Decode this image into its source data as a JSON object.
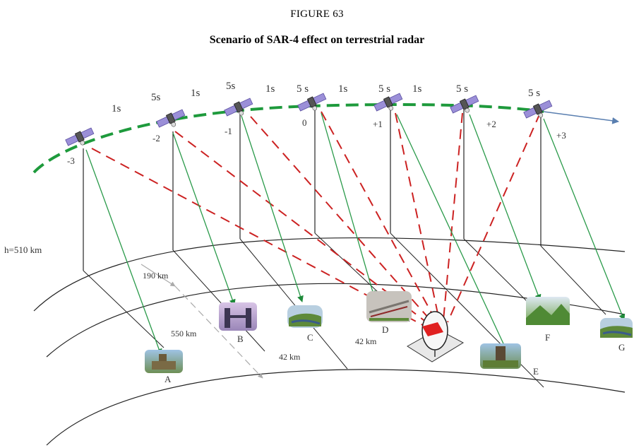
{
  "figure": {
    "number": "FIGURE 63",
    "title": "Scenario of SAR-4 effect on terrestrial radar"
  },
  "height_label": "h=510 km",
  "satellite_positions": [
    "-3",
    "-2",
    "-1",
    "0",
    "+1",
    "+2",
    "+3"
  ],
  "dwell_label": "5 s",
  "interval_label": "1s",
  "time_labels": [
    "1s",
    "5s",
    "1s",
    "5s",
    "1s",
    "5 s",
    "1s",
    "5 s",
    "1s",
    "5 s",
    "5 s"
  ],
  "distance_labels": {
    "d190": "190 km",
    "d550": "550 km",
    "d42a": "42 km",
    "d42b": "42 km"
  },
  "sites": [
    "A",
    "B",
    "C",
    "D",
    "E",
    "F",
    "G"
  ],
  "colors": {
    "orbit": "#1e9a3c",
    "imaging_beam": "#2a9a4a",
    "interference": "#cc2222",
    "radar_beam": "#e02020",
    "orbit_arrow": "#5a7fb0"
  }
}
